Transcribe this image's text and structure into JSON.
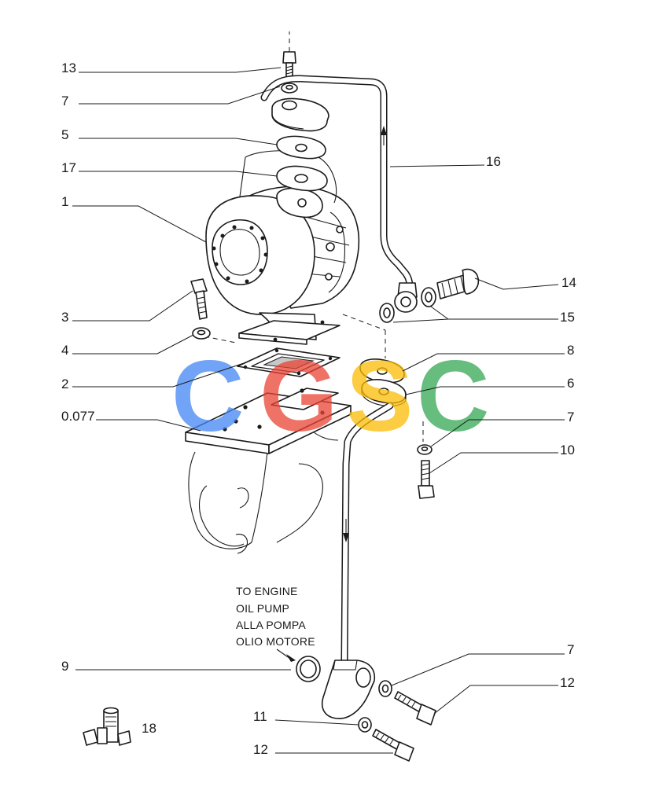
{
  "diagram": {
    "callouts": [
      "13",
      "7",
      "5",
      "17",
      "1",
      "3",
      "4",
      "2",
      "0.077",
      "16",
      "14",
      "15",
      "8",
      "6",
      "7",
      "10",
      "9",
      "7",
      "12",
      "11",
      "12",
      "18"
    ],
    "note_lines": [
      "TO ENGINE",
      "OIL PUMP",
      "ALLA POMPA",
      "OLIO MOTORE"
    ],
    "watermark": {
      "text": "CGSC",
      "colors": [
        "#4285f4",
        "#ea4335",
        "#fbbc05",
        "#34a853"
      ]
    }
  }
}
